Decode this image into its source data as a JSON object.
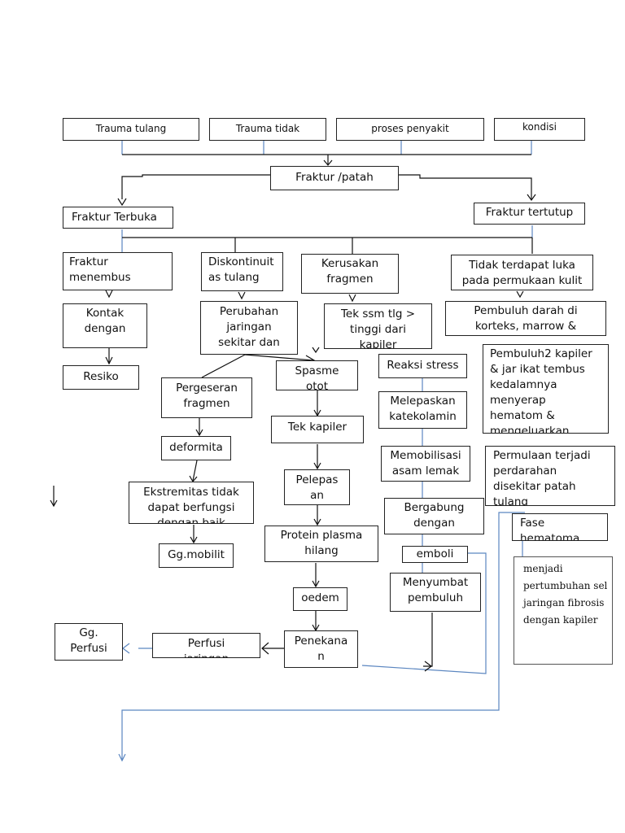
{
  "nodes": {
    "trauma_tulang": "Trauma tulang",
    "trauma_tidak": "Trauma tidak",
    "proses_penyakit": "proses penyakit",
    "kondisi": "kondisi",
    "fraktur_patah": "Fraktur /patah",
    "fraktur_terbuka": "Fraktur Terbuka",
    "fraktur_tertutup": "Fraktur tertutup",
    "fraktur_menembus": "Fraktur\nmenembus",
    "diskontinuitas": "Diskontinuit\nas tulang",
    "kerusakan": "Kerusakan\nfragmen",
    "tidak_terdapat": "Tidak terdapat luka\npada permukaan kulit",
    "kontak": "Kontak\ndengan",
    "perubahan": "Perubahan\njaringan\nsekitar dan",
    "tek_ssm": "Tek ssm tlg >\ntinggi dari\nkapiler",
    "pembuluh_darah": "Pembuluh darah di\nkorteks, marrow &",
    "resiko": "Resiko",
    "spasme": "Spasme\notot",
    "reaksi_stress": "Reaksi stress",
    "pembuluh2": "Pembuluh2  kapiler\n& jar ikat tembus\nkedalamnya\nmenyerap\nhematom &\nmengeluarkan",
    "pergeseran": "Pergeseran\nfragmen",
    "melepaskan": "Melepaskan\nkatekolamin",
    "tek_kapiler": "Tek kapiler",
    "deformita": "deformita",
    "memobilisasi": "Memobilisasi\nasam lemak",
    "permulaan": "Permulaan terjadi\nperdarahan\ndisekitar patah\ntulang",
    "pelepasan": "Pelepas\nan",
    "ekstremitas": "Ekstremitas tidak\ndapat berfungsi\ndengan baik",
    "bergabung": "Bergabung\ndengan",
    "fase": "Fase\nhematoma",
    "protein": "Protein plasma\nhilang",
    "gg_mobilit": "Gg.mobilit",
    "emboli": "emboli",
    "menjadi": "menjadi\npertumbuhan sel\njaringan fibrosis\ndengan kapiler",
    "menyumbat": "Menyumbat\npembuluh",
    "oedem": "oedem",
    "gg_perfusi": "Gg.\nPerfusi",
    "perfusi": "Perfusi\njaringan",
    "penekanan": "Penekana\nn"
  }
}
